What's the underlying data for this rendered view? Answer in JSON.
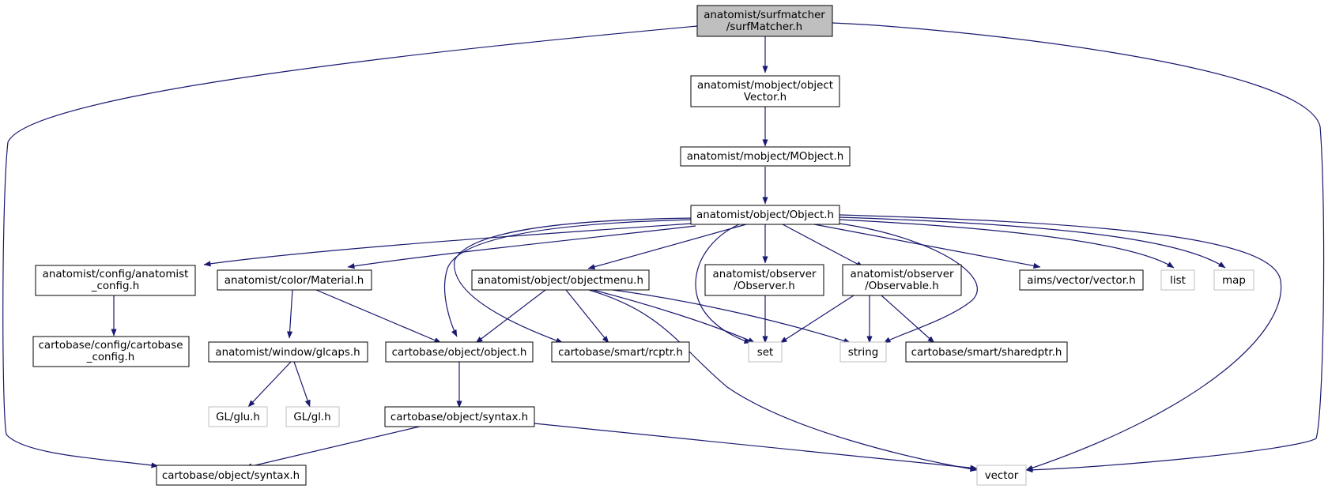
{
  "graph": {
    "root": {
      "line1": "anatomist/surfmatcher",
      "line2": "/surfMatcher.h"
    },
    "nodes": {
      "objectvector": {
        "line1": "anatomist/mobject/object",
        "line2": "Vector.h"
      },
      "mobject": {
        "line1": "anatomist/mobject/MObject.h"
      },
      "object": {
        "line1": "anatomist/object/Object.h"
      },
      "anatomist_config": {
        "line1": "anatomist/config/anatomist",
        "line2": "_config.h"
      },
      "material": {
        "line1": "anatomist/color/Material.h"
      },
      "objectmenu": {
        "line1": "anatomist/object/objectmenu.h"
      },
      "observer": {
        "line1": "anatomist/observer",
        "line2": "/Observer.h"
      },
      "observable": {
        "line1": "anatomist/observer",
        "line2": "/Observable.h"
      },
      "aimsvector": {
        "line1": "aims/vector/vector.h"
      },
      "list": {
        "line1": "list"
      },
      "map": {
        "line1": "map"
      },
      "cartobase_config": {
        "line1": "cartobase/config/cartobase",
        "line2": "_config.h"
      },
      "glcaps": {
        "line1": "anatomist/window/glcaps.h"
      },
      "cbobject": {
        "line1": "cartobase/object/object.h"
      },
      "rcptr": {
        "line1": "cartobase/smart/rcptr.h"
      },
      "set": {
        "line1": "set"
      },
      "string": {
        "line1": "string"
      },
      "sharedptr": {
        "line1": "cartobase/smart/sharedptr.h"
      },
      "glu": {
        "line1": "GL/glu.h"
      },
      "gl": {
        "line1": "GL/gl.h"
      },
      "cbsyntax": {
        "line1": "cartobase/object/syntax.h"
      },
      "cbsyntax2": {
        "line1": "cartobase/object/syntax.h"
      },
      "vector": {
        "line1": "vector"
      }
    }
  },
  "colors": {
    "edge": "#191970",
    "root_fill": "#bfbfbf",
    "node_border": "#000000",
    "external_border": "#bfbfbf"
  }
}
